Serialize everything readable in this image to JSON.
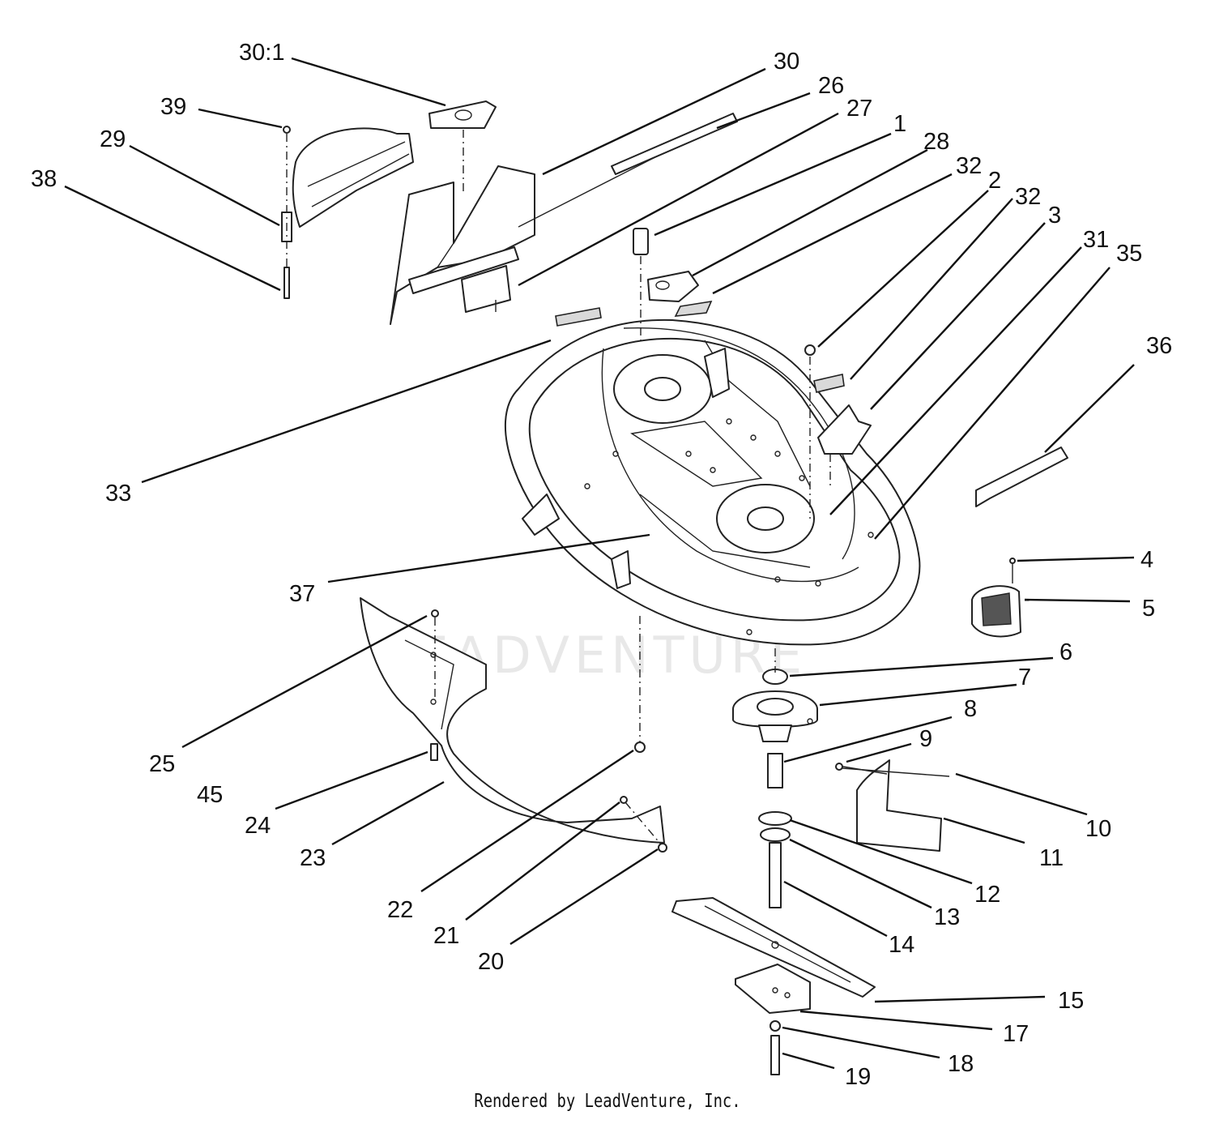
{
  "callouts": [
    {
      "id": "c301",
      "text": "30:1"
    },
    {
      "id": "c30",
      "text": "30"
    },
    {
      "id": "c26",
      "text": "26"
    },
    {
      "id": "c27",
      "text": "27"
    },
    {
      "id": "c1",
      "text": "1"
    },
    {
      "id": "c28",
      "text": "28"
    },
    {
      "id": "c32a",
      "text": "32"
    },
    {
      "id": "c2",
      "text": "2"
    },
    {
      "id": "c32b",
      "text": "32"
    },
    {
      "id": "c3",
      "text": "3"
    },
    {
      "id": "c31",
      "text": "31"
    },
    {
      "id": "c35",
      "text": "35"
    },
    {
      "id": "c36",
      "text": "36"
    },
    {
      "id": "c39",
      "text": "39"
    },
    {
      "id": "c29",
      "text": "29"
    },
    {
      "id": "c38",
      "text": "38"
    },
    {
      "id": "c33",
      "text": "33"
    },
    {
      "id": "c4",
      "text": "4"
    },
    {
      "id": "c5",
      "text": "5"
    },
    {
      "id": "c37",
      "text": "37"
    },
    {
      "id": "c6",
      "text": "6"
    },
    {
      "id": "c7",
      "text": "7"
    },
    {
      "id": "c8",
      "text": "8"
    },
    {
      "id": "c9",
      "text": "9"
    },
    {
      "id": "c10",
      "text": "10"
    },
    {
      "id": "c11",
      "text": "11"
    },
    {
      "id": "c12",
      "text": "12"
    },
    {
      "id": "c13",
      "text": "13"
    },
    {
      "id": "c14",
      "text": "14"
    },
    {
      "id": "c15",
      "text": "15"
    },
    {
      "id": "c17",
      "text": "17"
    },
    {
      "id": "c18",
      "text": "18"
    },
    {
      "id": "c19",
      "text": "19"
    },
    {
      "id": "c20",
      "text": "20"
    },
    {
      "id": "c21",
      "text": "21"
    },
    {
      "id": "c22",
      "text": "22"
    },
    {
      "id": "c23",
      "text": "23"
    },
    {
      "id": "c24",
      "text": "24"
    },
    {
      "id": "c25",
      "text": "25"
    },
    {
      "id": "c45",
      "text": "45"
    }
  ],
  "watermark": "LEADVENTURE",
  "credit": "Rendered by LeadVenture, Inc."
}
